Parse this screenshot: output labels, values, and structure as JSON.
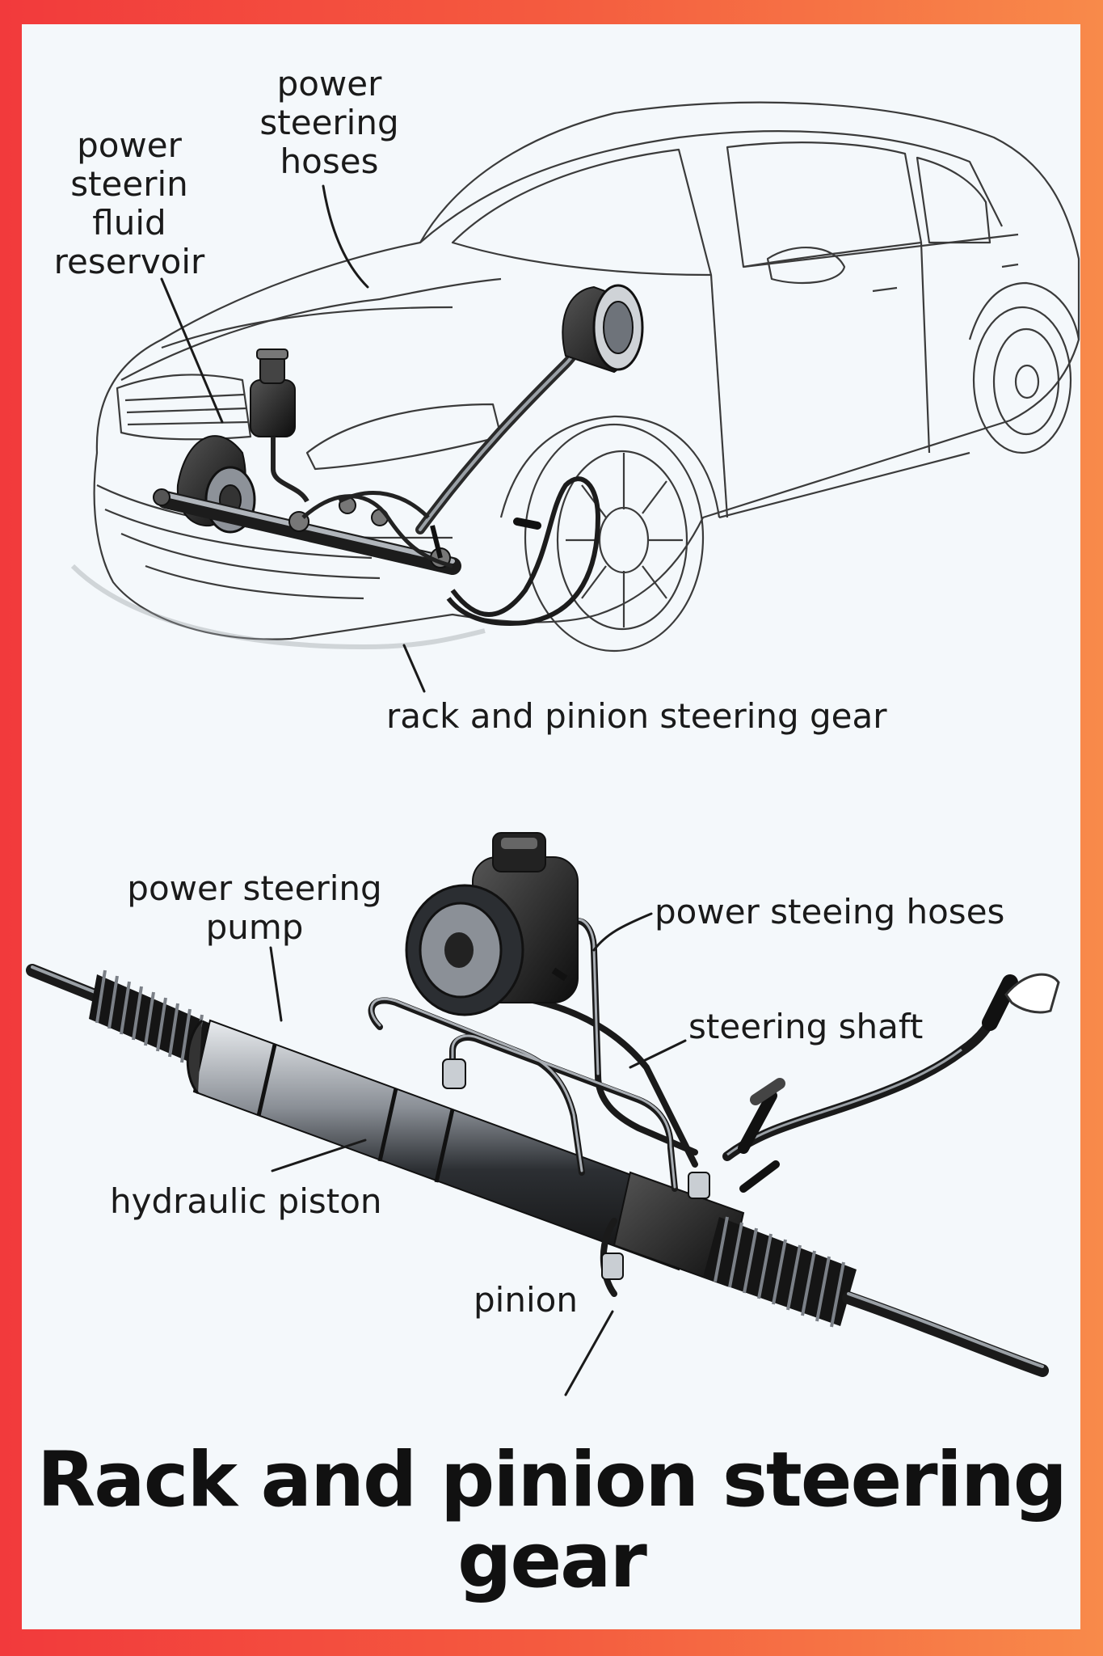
{
  "labels": {
    "reservoir": "power\nsteerin\nfluid\nreservoir",
    "hoses_top": "power\nsteering\nhoses",
    "rack_top": "rack and pinion steering gear",
    "pump": "power steering\npump",
    "hoses_bottom": "power steeing hoses",
    "shaft": "steering shaft",
    "piston": "hydraulic piston",
    "pinion": "pinion"
  },
  "title": {
    "line1": "Rack and pinion steering",
    "line2": "gear"
  },
  "colors": {
    "frame_left": "#f23a3c",
    "frame_right": "#f88a4a",
    "panel": "#f4f8fb",
    "ink": "#1a1a1a"
  }
}
